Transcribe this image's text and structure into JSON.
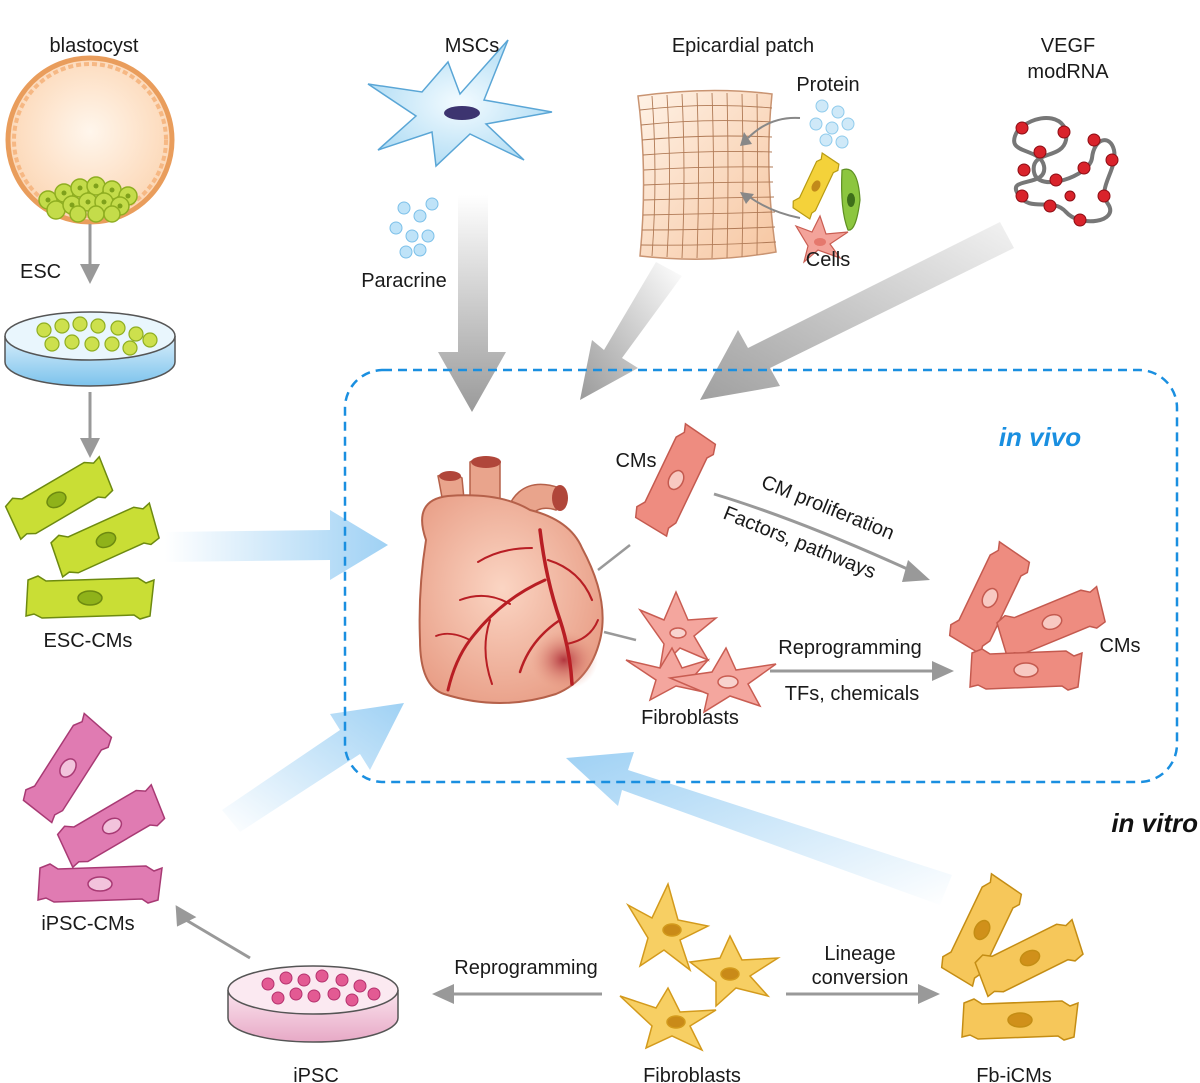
{
  "top": {
    "blastocyst": "blastocyst",
    "mscs": "MSCs",
    "epicardial_patch": "Epicardial patch",
    "protein": "Protein",
    "cells": "Cells",
    "paracrine": "Paracrine",
    "vegf_line1": "VEGF",
    "vegf_line2": "modRNA"
  },
  "left": {
    "esc": "ESC",
    "esc_cms": "ESC-CMs",
    "ipsc_cms": "iPSC-CMs",
    "ipsc": "iPSC"
  },
  "in_vivo_box": {
    "title": "in vivo",
    "cms_top": "CMs",
    "cm_proliferation": "CM proliferation",
    "factors_pathways": "Factors, pathways",
    "fibroblasts": "Fibroblasts",
    "reprogramming": "Reprogramming",
    "tfs_chemicals": "TFs, chemicals",
    "cms_right": "CMs"
  },
  "in_vitro": {
    "title": "in vitro",
    "reprogramming": "Reprogramming",
    "lineage_line1": "Lineage",
    "lineage_line2": "conversion",
    "fibroblasts": "Fibroblasts",
    "fb_icms": "Fb-iCMs"
  },
  "colors": {
    "in_vivo_blue": "#1a8fe0",
    "dashed_border": "#1a8fe0",
    "gray_arrow": "#999999",
    "light_blue_arrow": "#bfe0f7",
    "cm_red": "#ee8c80",
    "esc_green": "#b7d43a",
    "ipsc_pink": "#d8649e",
    "fb_yellow": "#f6c75a"
  }
}
